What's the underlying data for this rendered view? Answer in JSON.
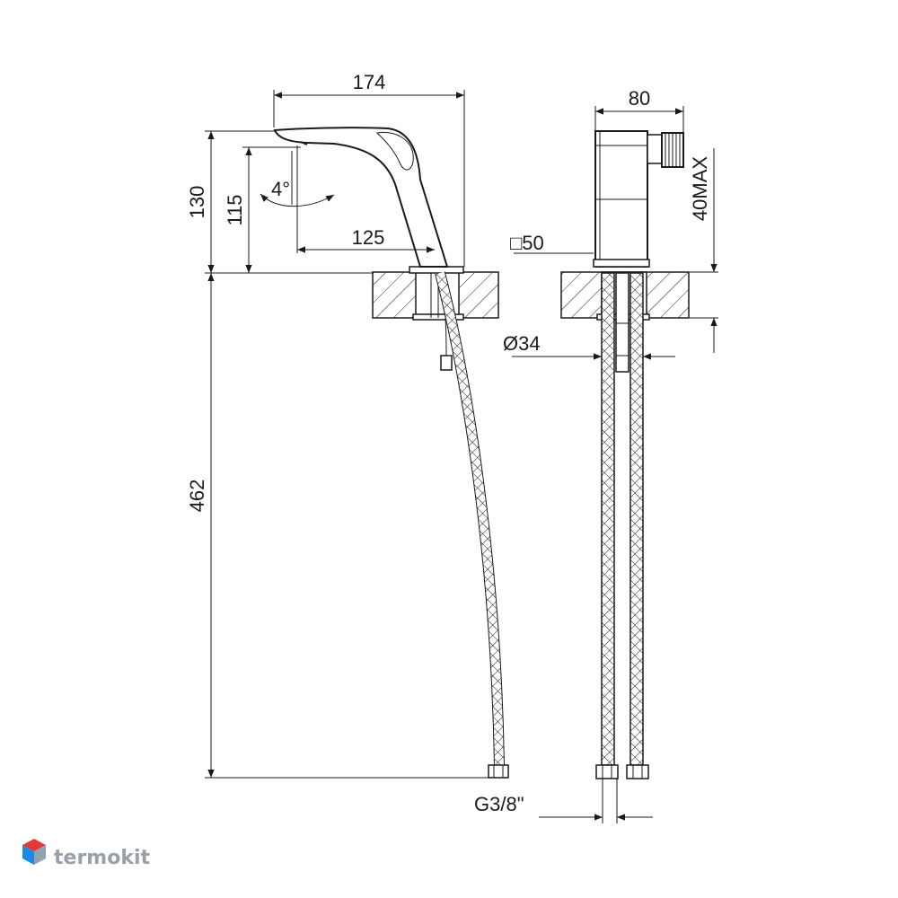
{
  "dimensions": {
    "spout_length": "174",
    "height_total": "130",
    "height_spout": "115",
    "reach": "125",
    "angle": "4°",
    "hose_length": "462",
    "thread": "G3/8\"",
    "width": "80",
    "base_square": "□50",
    "max_deck": "40MAX",
    "hole_dia": "Ø34"
  },
  "watermark": {
    "brand": "termokit",
    "colors": {
      "top": "#e53935",
      "left": "#1e88e5",
      "right": "#90a4ae"
    }
  },
  "colors": {
    "line": "#1a1a1a",
    "background": "#ffffff"
  }
}
